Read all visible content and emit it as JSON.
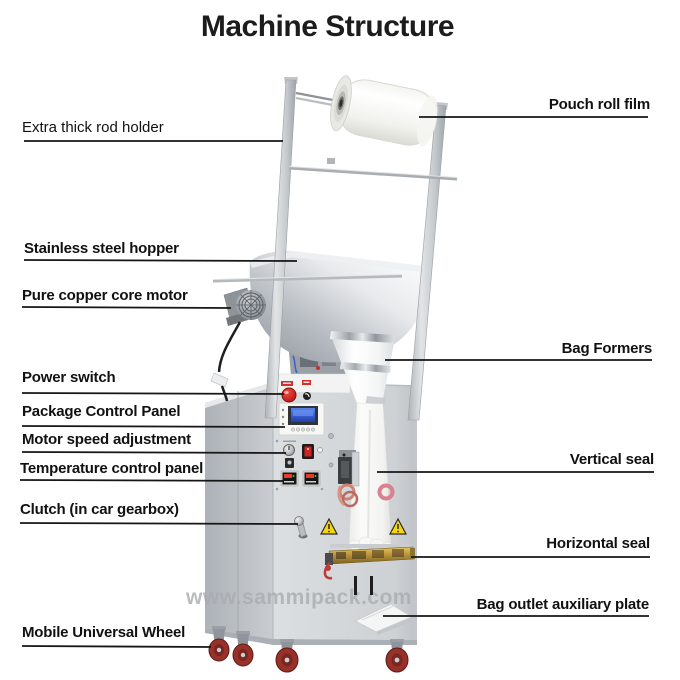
{
  "title": "Machine Structure",
  "watermark": "www.sammipack.com",
  "labels": {
    "left": [
      {
        "text": "Extra thick rod holder"
      },
      {
        "text": "Stainless steel hopper"
      },
      {
        "text": "Pure copper core motor"
      },
      {
        "text": "Power switch"
      },
      {
        "text": "Package Control Panel"
      },
      {
        "text": "Motor speed adjustment"
      },
      {
        "text": "Temperature control panel"
      },
      {
        "text": "Clutch (in car gearbox)"
      },
      {
        "text": "Mobile Universal Wheel"
      }
    ],
    "right": [
      {
        "text": "Pouch roll film"
      },
      {
        "text": "Bag Formers"
      },
      {
        "text": "Vertical seal"
      },
      {
        "text": "Horizontal seal"
      },
      {
        "text": "Bag outlet auxiliary plate"
      }
    ]
  },
  "colors": {
    "label_text": "#111111",
    "leader_line": "#161616",
    "wheel_red": "#97312a",
    "seal_gold": "#bb943c",
    "warning_yellow": "#f6d60a",
    "power_button_red": "#d01818",
    "lcd_blue": "#2b54c4",
    "watermark_gray": "#a9acb0"
  }
}
